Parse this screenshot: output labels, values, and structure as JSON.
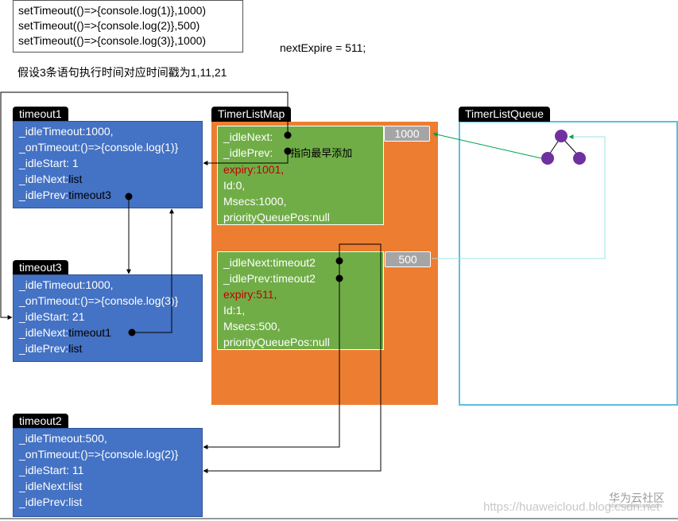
{
  "code": {
    "lines": [
      "setTimeout(()=>{console.log(1)},1000)",
      "setTimeout(()=>{console.log(2)},500)",
      "setTimeout(()=>{console.log(3)},1000)"
    ]
  },
  "next_expire": "nextExpire = 511;",
  "assumption": "假设3条语句执行时间对应时间戳为1,11,21",
  "timeout1": {
    "title": "timeout1",
    "l1": "_idleTimeout:1000,",
    "l2": "_onTimeout:()=>{console.log(1)}",
    "l3": "_idleStart: 1",
    "l4a": "_idleNext:",
    "l4b": "list",
    "l5a": "_idlePrev:",
    "l5b": "timeout3"
  },
  "timeout3": {
    "title": "timeout3",
    "l1": "_idleTimeout:1000,",
    "l2": "_onTimeout:()=>{console.log(3)}",
    "l3": "_idleStart: 21",
    "l4a": "_idleNext:",
    "l4b": "timeout1",
    "l5a": "_idlePrev:",
    "l5b": "list"
  },
  "timeout2": {
    "title": "timeout2",
    "l1": "_idleTimeout:500,",
    "l2": "_onTimeout:()=>{console.log(2)}",
    "l3": "_idleStart: 11",
    "l4": "_idleNext:list",
    "l5": "_idlePrev:list"
  },
  "timer_list_map": {
    "title": "TimerListMap",
    "list1000": {
      "key": "1000",
      "idle_next": "_idleNext:",
      "idle_prev": "_idlePrev:",
      "note": "指向最早添加",
      "expiry": "expiry:1001,",
      "id": "Id:0,",
      "msecs": "Msecs:1000,",
      "pq_pos": "priorityQueuePos:null"
    },
    "list500": {
      "key": "500",
      "idle_next": "_idleNext:timeout2",
      "idle_prev": "_idlePrev:timeout2",
      "expiry": "expiry:511,",
      "id": "Id:1,",
      "msecs": "Msecs:500,",
      "pq_pos": "priorityQueuePos:null"
    }
  },
  "timer_list_queue": {
    "title": "TimerListQueue"
  },
  "watermark": {
    "url": "https://huaweicloud.blog.csdn.net",
    "logo": "华为云社区",
    "logo_sub": "bbs.huaweicloud.com"
  },
  "colors": {
    "node_blue": "#4472c4",
    "panel_orange": "#ed7d31",
    "list_green": "#70ad47",
    "key_gray": "#a5a5a5",
    "queue_border": "#5bc0de",
    "heap_node": "#7030a0",
    "expiry_red": "#c00000"
  }
}
